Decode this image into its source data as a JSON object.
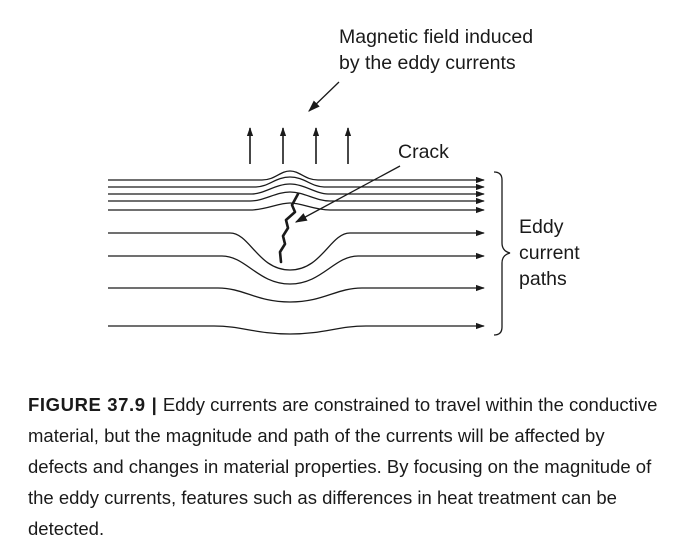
{
  "diagram": {
    "labels": {
      "field_line1": "Magnetic field induced",
      "field_line2": "by the eddy currents",
      "crack": "Crack",
      "paths_line1": "Eddy",
      "paths_line2": "current",
      "paths_line3": "paths"
    },
    "line_color": "#1a1a1a"
  },
  "caption": {
    "figure_label": "FIGURE 37.9",
    "separator": "|",
    "text": "Eddy currents are constrained to travel within the conductive material, but the magnitude and path of the currents will be affected by defects and changes in material properties. By focusing on the magnitude of the eddy currents, features such as differences in heat treatment can be detected."
  }
}
